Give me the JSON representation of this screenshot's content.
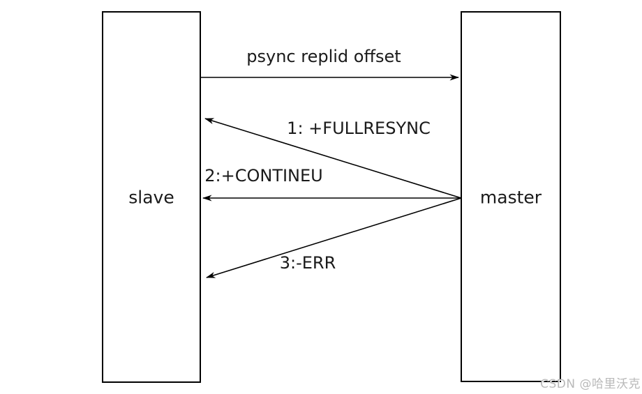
{
  "diagram": {
    "nodes": {
      "slave": {
        "label": "slave"
      },
      "master": {
        "label": "master"
      }
    },
    "messages": {
      "psync": {
        "label": "psync replid offset",
        "from": "slave",
        "to": "master"
      },
      "fullresync": {
        "label": "1: +FULLRESYNC",
        "from": "master",
        "to": "slave"
      },
      "continue": {
        "label": "2:+CONTINEU",
        "from": "master",
        "to": "slave"
      },
      "err": {
        "label": "3:-ERR",
        "from": "master",
        "to": "slave"
      }
    },
    "colors": {
      "background": "#ffffff",
      "line": "#000000",
      "text": "#1a1a1a",
      "watermark": "#b9b9b9"
    }
  },
  "watermark": {
    "text": "CSDN @哈里沃克"
  }
}
